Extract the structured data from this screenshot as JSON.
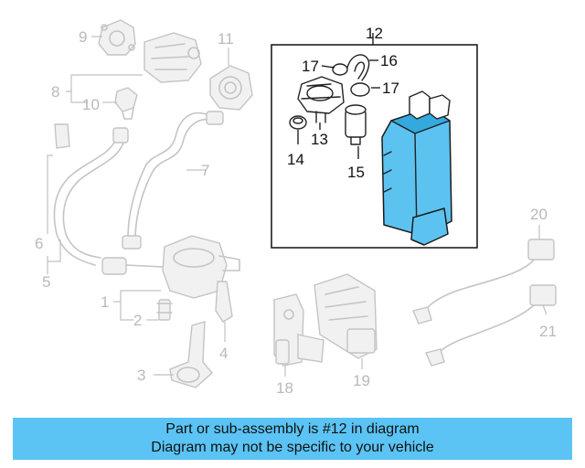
{
  "callouts": {
    "n1": "1",
    "n2": "2",
    "n3": "3",
    "n4": "4",
    "n5": "5",
    "n6": "6",
    "n7": "7",
    "n8": "8",
    "n9": "9",
    "n10": "10",
    "n11": "11",
    "n12": "12",
    "n13": "13",
    "n14": "14",
    "n15": "15",
    "n16": "16",
    "n17a": "17",
    "n17b": "17",
    "n18": "18",
    "n19": "19",
    "n20": "20",
    "n21": "21"
  },
  "caption": {
    "line1": "Part or sub-assembly is #12 in diagram",
    "line2": "Diagram may not be specific to your vehicle"
  },
  "colors": {
    "highlight": "#5cc3f1",
    "caption_bg": "#5bc4f5",
    "grey_parts": "#c4c4c4"
  }
}
